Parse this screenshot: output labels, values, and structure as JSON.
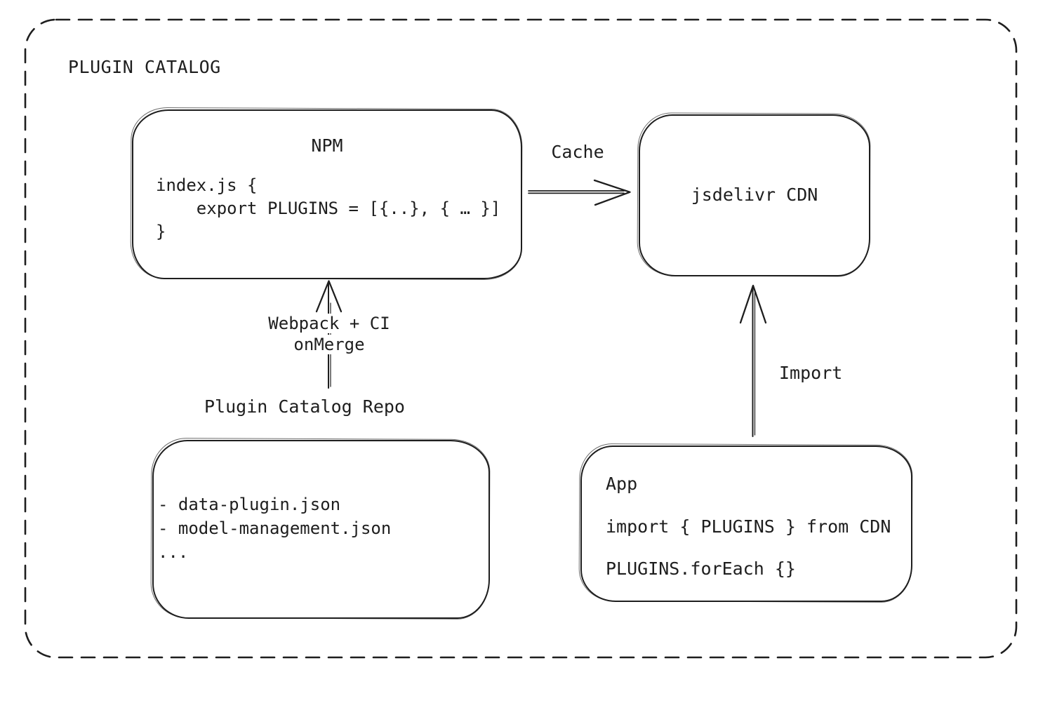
{
  "title": "PLUGIN CATALOG",
  "colors": {
    "stroke": "#1e1e1e",
    "background": "#ffffff"
  },
  "nodes": {
    "npm": {
      "title": "NPM",
      "code": [
        "index.js {",
        "    export PLUGINS = [{..}, { … }]",
        "}"
      ]
    },
    "cdn": {
      "label": "jsdelivr CDN"
    },
    "repo": {
      "heading": "Plugin Catalog Repo",
      "items": [
        "- data-plugin.json",
        "- model-management.json",
        "..."
      ]
    },
    "app": {
      "title": "App",
      "code": [
        "import { PLUGINS } from CDN",
        "PLUGINS.forEach {}"
      ]
    }
  },
  "edges": {
    "cache": {
      "label": "Cache",
      "from": "NPM",
      "to": "jsdelivr CDN"
    },
    "build": {
      "lines": [
        "Webpack + CI",
        "onMerge"
      ],
      "from": "Plugin Catalog Repo",
      "to": "NPM"
    },
    "import": {
      "label": "Import",
      "from": "App",
      "to": "jsdelivr CDN"
    }
  }
}
